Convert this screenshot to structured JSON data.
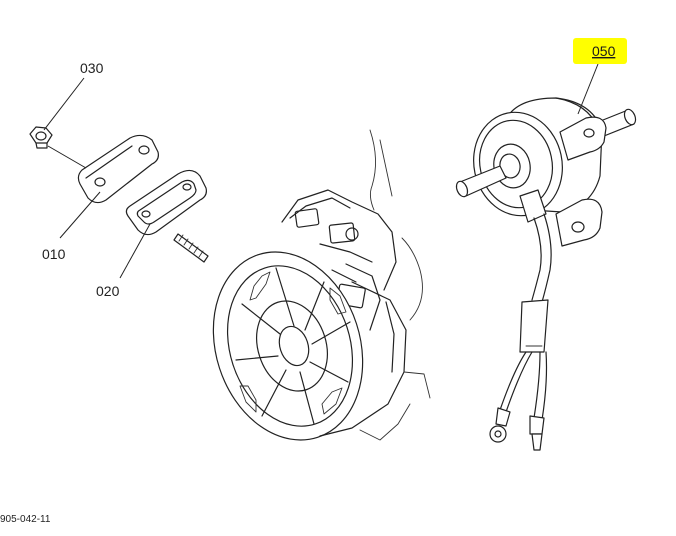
{
  "callouts": {
    "part_030": "030",
    "part_010": "010",
    "part_020": "020",
    "part_050": "050"
  },
  "highlight_color": "#ffff00",
  "reference_code": "905-042-11"
}
